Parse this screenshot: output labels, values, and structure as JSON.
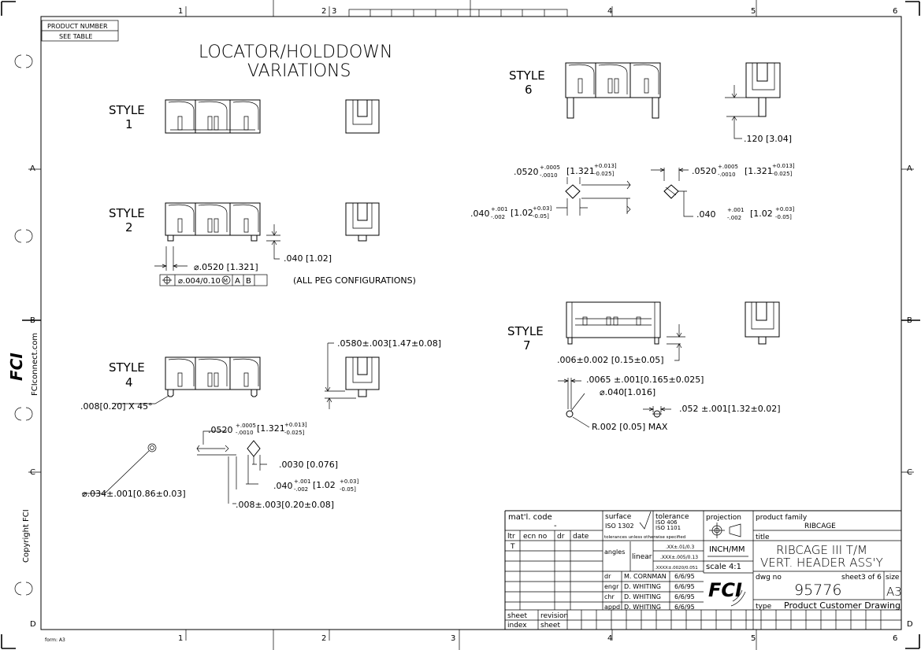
{
  "frame": {
    "top_zones": [
      "1",
      "2",
      "3",
      "4",
      "5",
      "6"
    ],
    "bottom_zones": [
      "1",
      "2",
      "3",
      "4",
      "5",
      "6"
    ],
    "side_zones": [
      "A",
      "B",
      "C",
      "D"
    ],
    "form_label": "form: A3",
    "product_number_label": "PRODUCT NUMBER",
    "product_number_value": "SEE TABLE",
    "website": "FCIconnect.com",
    "copyright": "Copyright FCI"
  },
  "drawing": {
    "heading_line1": "LOCATOR/HOLDDOWN",
    "heading_line2": "VARIATIONS",
    "style1": [
      "STYLE",
      "1"
    ],
    "style2": [
      "STYLE",
      "2"
    ],
    "style4": [
      "STYLE",
      "4"
    ],
    "style6": [
      "STYLE",
      "6"
    ],
    "style7": [
      "STYLE",
      "7"
    ],
    "s2_dim_040": ".040 [1.02]",
    "s2_dim_dia": "⌀.0520 [1.321]",
    "s2_fcf_pos": "⌀.004/0.10",
    "s2_fcf_m": "M",
    "s2_fcf_a": "A",
    "s2_fcf_b": "B",
    "s2_note": "(ALL PEG CONFIGURATIONS)",
    "s4_dim_top": ".0580±.003[1.47±0.08]",
    "s4_chamfer": ".008[0.20] X 45°",
    "s4_dim_0520": ".0520",
    "s4_dim_0520_tol_up": "+.0005",
    "s4_dim_0520_tol_dn": "-.0010",
    "s4_dim_1321": "[1.321",
    "s4_dim_1321_tol_up": "+0.013]",
    "s4_dim_1321_tol_dn": "-0.025]",
    "s4_dim_0030": ".0030 [0.076]",
    "s4_dim_040": ".040",
    "s4_dim_040_tol_up": "+.001",
    "s4_dim_040_tol_dn": "-.002",
    "s4_dim_102": "[1.02",
    "s4_dim_102_tol_up": "+0.03]",
    "s4_dim_102_tol_dn": "-0.05]",
    "s4_dim_034": "⌀.034±.001[0.86±0.03]",
    "s4_dim_008": ".008±.003[0.20±0.08]",
    "s6_dim_120": ".120 [3.04]",
    "s6_dim_0520_l": ".0520",
    "s6_dim_0520_l_tol_up": "+.0005",
    "s6_dim_0520_l_tol_dn": "-.0010",
    "s6_dim_1321_l": "[1.321",
    "s6_dim_1321_l_tol_up": "+0.013]",
    "s6_dim_1321_l_tol_dn": "-0.025]",
    "s6_dim_040_l": ".040",
    "s6_dim_040_l_tol_up": "+.001",
    "s6_dim_040_l_tol_dn": "-.002",
    "s6_dim_102_l": "[1.02",
    "s6_dim_102_l_tol_up": "+0.03]",
    "s6_dim_102_l_tol_dn": "-0.05]",
    "s6_dim_0520_r": ".0520",
    "s6_dim_0520_r_tol_up": "+.0005",
    "s6_dim_0520_r_tol_dn": "-.0010",
    "s6_dim_1321_r": "[1.321",
    "s6_dim_1321_r_tol_up": "+0.013]",
    "s6_dim_1321_r_tol_dn": "-0.025]",
    "s6_dim_040_r": ".040",
    "s6_dim_040_r_tol_up": "+.001",
    "s6_dim_040_r_tol_dn": "-.002",
    "s6_dim_102_r": "[1.02",
    "s6_dim_102_r_tol_up": "+0.03]",
    "s6_dim_102_r_tol_dn": "-0.05]",
    "s7_dim_006": ".006±0.002 [0.15±0.05]",
    "s7_dim_0065": ".0065 ±.001[0.165±0.025]",
    "s7_dim_040": "⌀.040[1.016]",
    "s7_dim_052": ".052 ±.001[1.32±0.02]",
    "s7_dim_r002": "R.002 [0.05] MAX"
  },
  "title_block": {
    "matl_code_label": "mat'l. code",
    "matl_code_value": "-",
    "surface_label": "surface",
    "surface_value": "ISO 1302",
    "tolerance_label": "tolerance",
    "tolerance_iso1": "ISO 406",
    "tolerance_iso2": "ISO 1101",
    "projection_label": "projection",
    "product_family_label": "product family",
    "product_family_value": "RIBCAGE",
    "rev_headers": [
      "ltr",
      "ecn no",
      "dr",
      "date"
    ],
    "rev_ltr": "T",
    "tol_note": "tolerances unless otherwise specified",
    "angles_label": "angles",
    "linear_label": "linear",
    "tol_xx": ".XX±.01/0.3",
    "tol_xxx": ".XXX±.005/0.13",
    "tol_xxxx": ".XXXX±.0020/0.051",
    "units": "INCH/MM",
    "scale": "scale 4:1",
    "title_label": "title",
    "title_line1": "RIBCAGE III T/M",
    "title_line2": "VERT. HEADER ASS'Y",
    "dwg_no_label": "dwg no",
    "sheet_label": "sheet3 of 6",
    "size_label": "size",
    "dwg_no": "95776",
    "size_value": "A3",
    "sign_roles": [
      "dr",
      "engr",
      "chr",
      "appd"
    ],
    "sign_names": [
      "M. CORNMAN",
      "D. WHITING",
      "D. WHITING",
      "D. WHITING"
    ],
    "sign_dates": [
      "6/6/95",
      "6/6/95",
      "6/6/95",
      "6/6/95"
    ],
    "logo": "FCI",
    "type_label": "type",
    "type_value": "Product Customer Drawing",
    "sheet_index_1": "sheet",
    "sheet_index_2": "index",
    "revision_sheet_1": "revision",
    "revision_sheet_2": "sheet"
  }
}
